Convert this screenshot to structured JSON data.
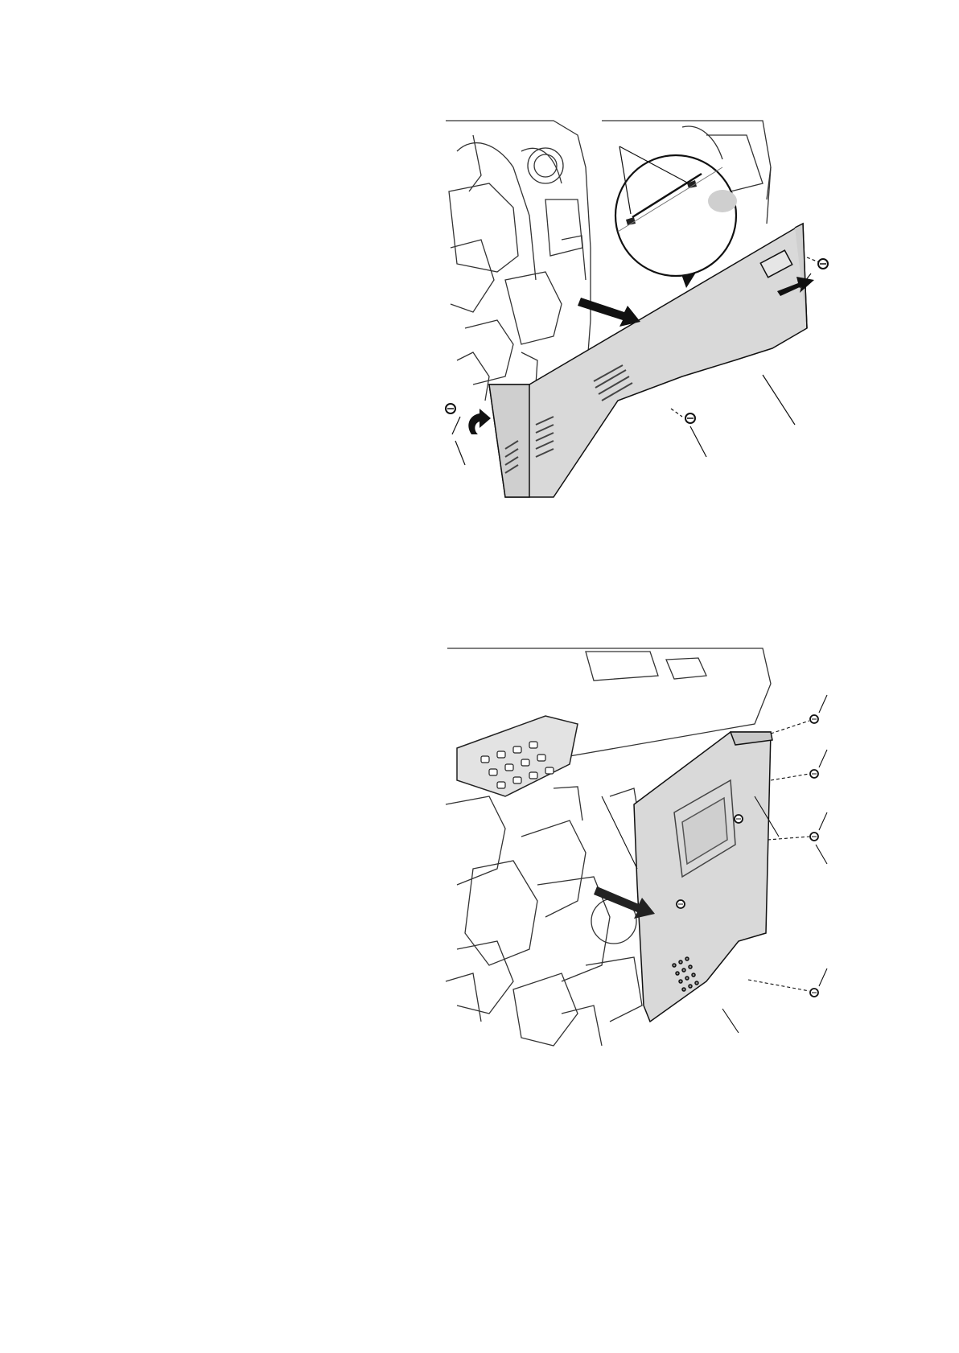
{
  "page": {
    "background": "#ffffff"
  },
  "figures": [
    {
      "id": "figure-1",
      "subject": "right-cover-removal",
      "icons": [
        "screw-icon",
        "screw-icon",
        "screw-icon",
        "removal-arrow-icon",
        "magnifier-callout-icon",
        "leader-line-icon"
      ],
      "callout_labels": [],
      "colors": {
        "panel": "#d9d9d9",
        "line": "#111111",
        "arrow": "#111111"
      }
    },
    {
      "id": "figure-2",
      "subject": "controller-shield-removal",
      "icons": [
        "screw-icon",
        "screw-icon",
        "screw-icon",
        "screw-icon",
        "screw-icon",
        "screw-icon",
        "removal-arrow-icon",
        "leader-line-icon",
        "operation-panel-icon"
      ],
      "callout_labels": [],
      "colors": {
        "panel": "#d9d9d9",
        "line": "#111111",
        "arrow": "#222222"
      }
    }
  ]
}
